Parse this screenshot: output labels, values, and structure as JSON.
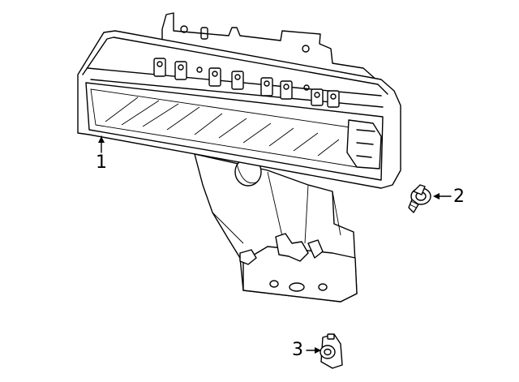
{
  "diagram": {
    "callouts": [
      {
        "id": "1",
        "label": "1",
        "part_icon": "fog-lamp-assembly-icon"
      },
      {
        "id": "2",
        "label": "2",
        "part_icon": "push-pin-fastener-icon"
      },
      {
        "id": "3",
        "label": "3",
        "part_icon": "clip-nut-icon"
      }
    ],
    "line_color": "#000000",
    "background": "#ffffff"
  }
}
